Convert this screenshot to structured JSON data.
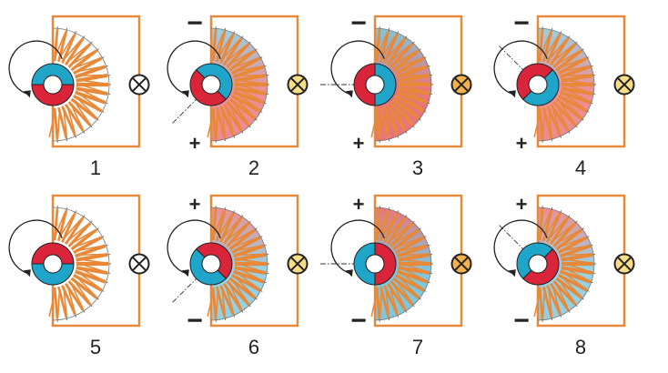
{
  "panels": [
    {
      "label": "1",
      "top_sign": "",
      "bottom_sign": "",
      "rotor_angle": 0,
      "top_pole": "blue",
      "glow": 0,
      "intensity": 0,
      "polarity": "none",
      "axis": false
    },
    {
      "label": "2",
      "top_sign": "−",
      "bottom_sign": "+",
      "rotor_angle": 45,
      "top_pole": "blue",
      "glow": 0.5,
      "intensity": 0.6,
      "polarity": "blue-top",
      "axis": true
    },
    {
      "label": "3",
      "top_sign": "−",
      "bottom_sign": "+",
      "rotor_angle": 90,
      "top_pole": "blue",
      "glow": 1,
      "intensity": 1,
      "polarity": "blue-top",
      "axis": true
    },
    {
      "label": "4",
      "top_sign": "−",
      "bottom_sign": "+",
      "rotor_angle": 135,
      "top_pole": "blue",
      "glow": 0.5,
      "intensity": 0.6,
      "polarity": "blue-top",
      "axis": true
    },
    {
      "label": "5",
      "top_sign": "",
      "bottom_sign": "",
      "rotor_angle": 0,
      "top_pole": "red",
      "glow": 0,
      "intensity": 0,
      "polarity": "none",
      "axis": false
    },
    {
      "label": "6",
      "top_sign": "+",
      "bottom_sign": "−",
      "rotor_angle": 45,
      "top_pole": "red",
      "glow": 0.5,
      "intensity": 0.6,
      "polarity": "red-top",
      "axis": true
    },
    {
      "label": "7",
      "top_sign": "+",
      "bottom_sign": "−",
      "rotor_angle": 90,
      "top_pole": "red",
      "glow": 1,
      "intensity": 1,
      "polarity": "red-top",
      "axis": true
    },
    {
      "label": "8",
      "top_sign": "+",
      "bottom_sign": "−",
      "rotor_angle": 135,
      "top_pole": "red",
      "glow": 0.5,
      "intensity": 0.6,
      "polarity": "red-top",
      "axis": true
    }
  ],
  "colors": {
    "wire": "#e8893a",
    "coil": "#e8893a",
    "pole_blue": "#1ea5c9",
    "pole_red": "#d9243a",
    "lamp_on": "#f3b24d",
    "lamp_dim": "#f7de86",
    "lamp_off": "#ffffff",
    "tint_red": "#e9747d",
    "tint_blue": "#7fc7dd",
    "ink": "#222222"
  }
}
